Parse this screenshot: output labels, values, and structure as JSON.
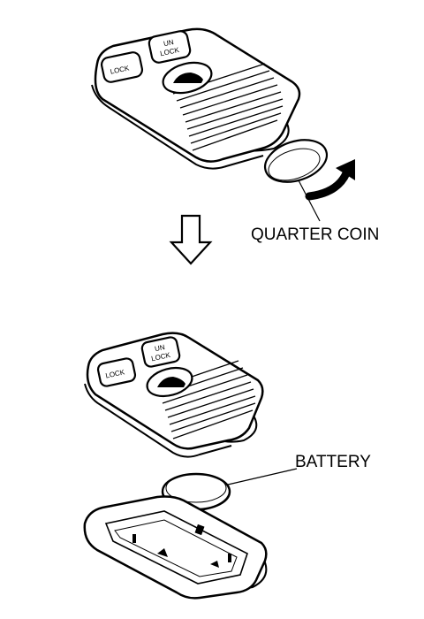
{
  "labels": {
    "quarter_coin": "QUARTER COIN",
    "battery": "BATTERY"
  },
  "fob_buttons": {
    "lock": "LOCK",
    "unlock_top": "UN",
    "unlock_bottom": "LOCK"
  },
  "colors": {
    "ink": "#000000",
    "paper": "#ffffff",
    "shade": "#cfcfcf"
  }
}
